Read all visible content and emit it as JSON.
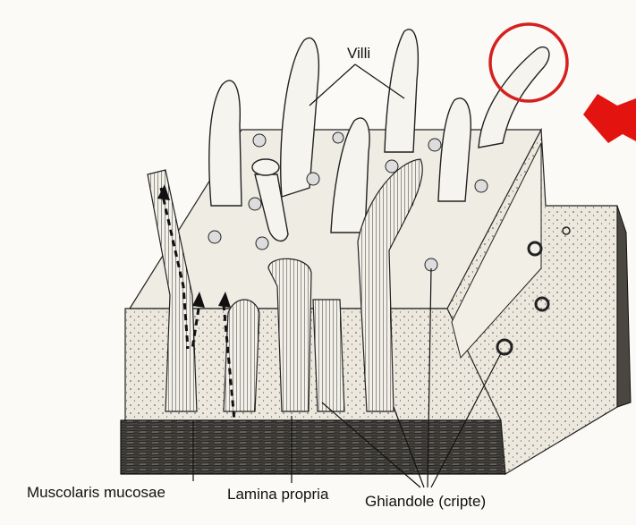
{
  "labels": {
    "villi": "Villi",
    "muscularis_mucosae": "Muscolaris mucosae",
    "lamina_propria": "Lamina propria",
    "ghiandole": "Ghiandole (cripte)"
  },
  "annotations": {
    "highlight_circle_color": "#d62020",
    "arrow_color": "#e3140f"
  },
  "colors": {
    "ink": "#1a1a1a",
    "paper": "#fbfaf6",
    "tissue": "#eeeae0"
  }
}
